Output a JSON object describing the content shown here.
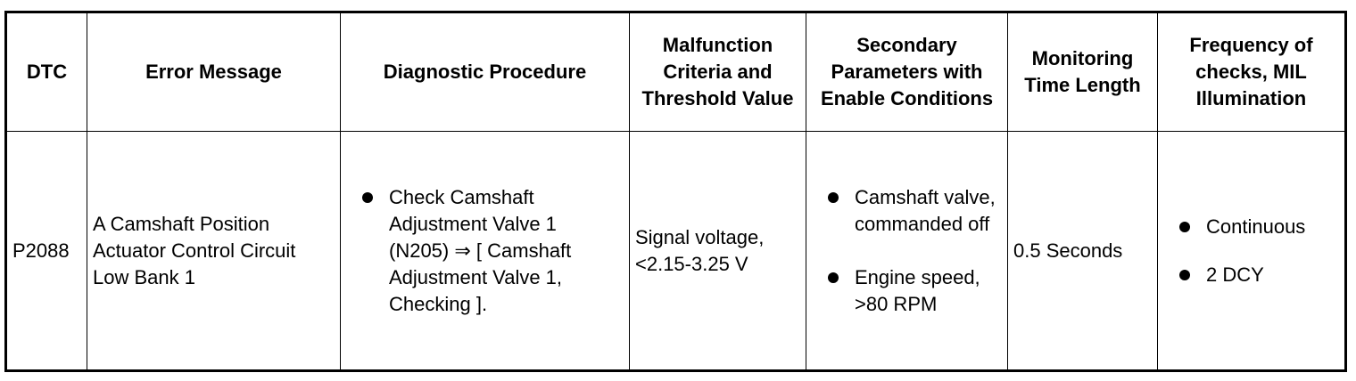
{
  "table": {
    "headers": [
      "DTC",
      "Error Message",
      "Diagnostic Procedure",
      "Malfunction Criteria and Threshold Value",
      "Secondary Parameters with Enable Conditions",
      "Monitoring Time Length",
      "Frequency of checks, MIL Illumination"
    ],
    "row": {
      "dtc": "P2088",
      "error_message": "A Camshaft Position Actuator Control Circuit Low Bank 1",
      "diagnostic_procedure": [
        "Check Camshaft Adjustment Valve 1 (N205) ⇒ [ Camshaft Adjustment Valve 1, Checking ]."
      ],
      "malfunction_criteria": "Signal voltage, <2.15-3.25 V",
      "secondary_parameters": [
        "Camshaft valve, commanded off",
        "Engine speed, >80 RPM"
      ],
      "monitoring_time": "0.5 Seconds",
      "frequency": [
        "Continuous",
        "2 DCY"
      ]
    }
  }
}
